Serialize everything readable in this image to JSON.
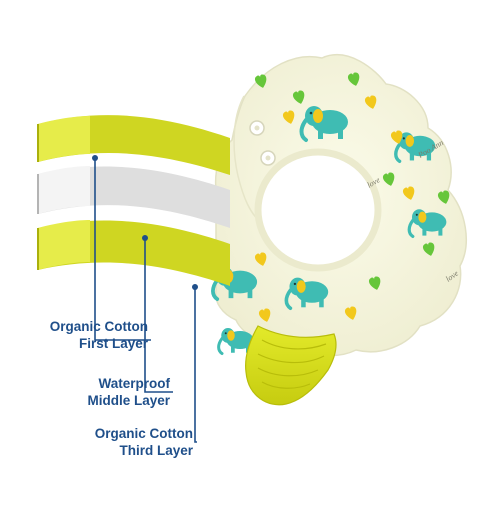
{
  "product": {
    "bib_print_text": [
      "love",
      "Poo Ann",
      "love"
    ],
    "colors": {
      "bib_fabric": "#f5f4dc",
      "elephant": "#3fbcb3",
      "heart_green": "#66c63a",
      "heart_yellow": "#f2c81c",
      "teether": "#d7de17",
      "layer_cotton": "#cfd622",
      "layer_waterproof": "#d9d9d9",
      "callout": "#1f4f8a"
    },
    "icons": [
      "elephant-print-icon",
      "heart-print-icon",
      "snap-button-icon",
      "teether-icon"
    ]
  },
  "callouts": {
    "first_layer": {
      "line1": "Organic Cotton",
      "line2": "First Layer"
    },
    "middle_layer": {
      "line1": "Waterproof",
      "line2": "Middle Layer"
    },
    "third_layer": {
      "line1": "Organic Cotton",
      "line2": "Third Layer"
    }
  }
}
